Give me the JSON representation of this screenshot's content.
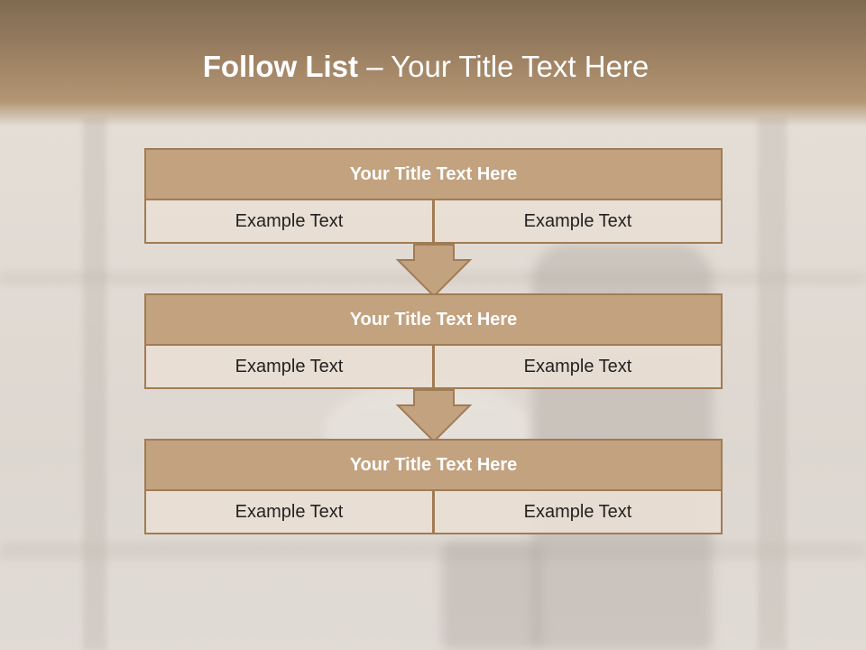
{
  "slide": {
    "title_bold": "Follow List",
    "title_rest": "– Your Title Text Here"
  },
  "blocks": [
    {
      "title": "Your Title Text Here",
      "left": "Example Text",
      "right": "Example Text"
    },
    {
      "title": "Your Title Text Here",
      "left": "Example Text",
      "right": "Example Text"
    },
    {
      "title": "Your Title Text Here",
      "left": "Example Text",
      "right": "Example Text"
    }
  ],
  "colors": {
    "header_brown": "#9d8163",
    "block_title_fill": "#c3a27f",
    "block_border": "#a07c55",
    "cell_fill": "#e9ded4",
    "arrow_fill": "#c3a27f"
  }
}
